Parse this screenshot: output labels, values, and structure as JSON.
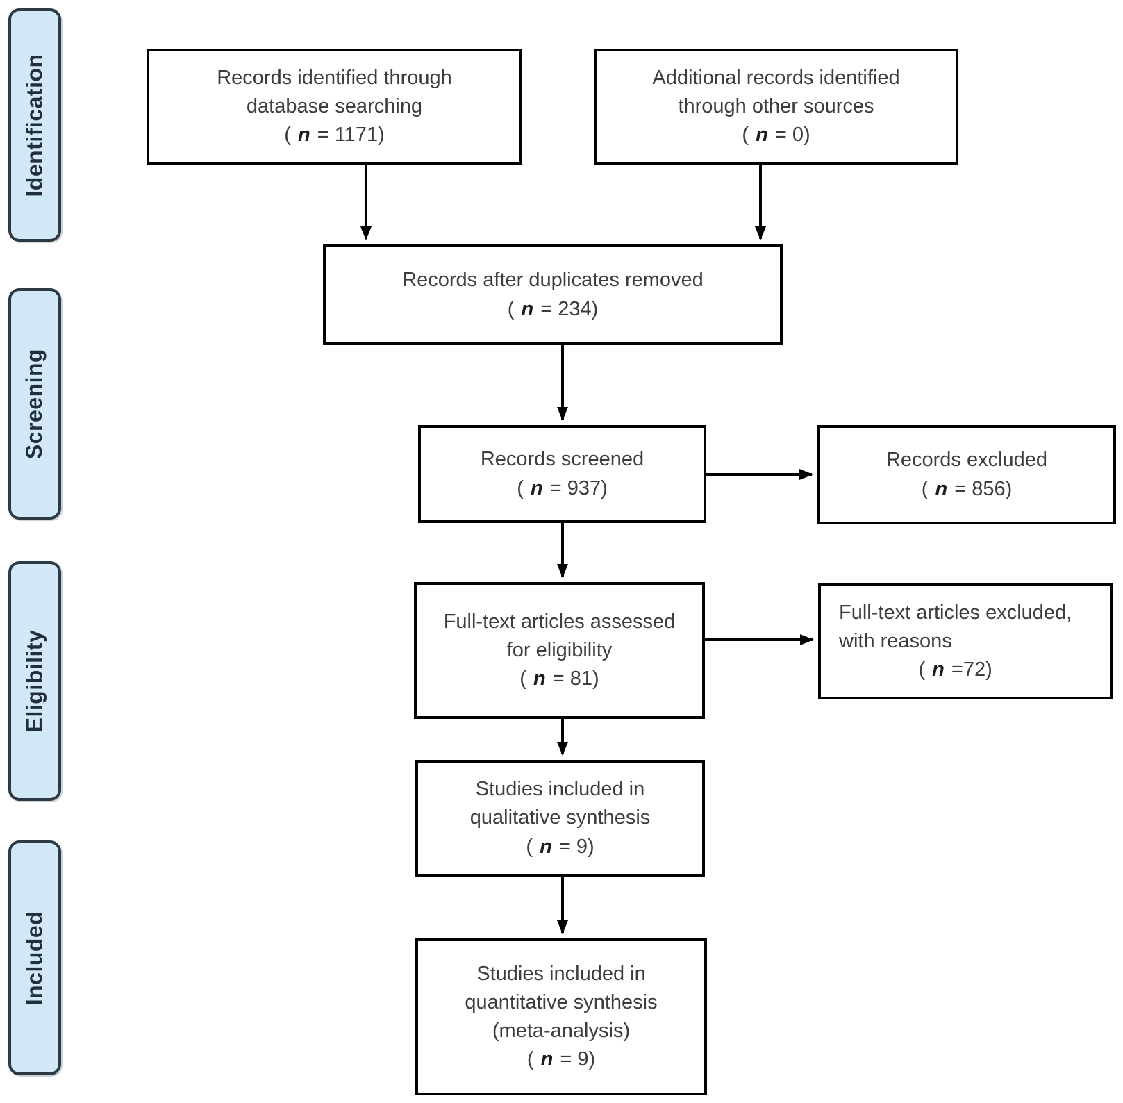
{
  "stages": [
    {
      "label": "Identification"
    },
    {
      "label": "Screening"
    },
    {
      "label": "Eligibility"
    },
    {
      "label": "Included"
    }
  ],
  "boxes": {
    "records_identified": {
      "lines": [
        "Records identified through",
        "database searching"
      ],
      "n": {
        "open": "( ",
        "var": "n",
        "rest": " = 1171)"
      }
    },
    "additional_records": {
      "lines": [
        "Additional records identified",
        "through other sources"
      ],
      "n": {
        "open": "( ",
        "var": "n",
        "rest": " = 0)"
      }
    },
    "after_duplicates": {
      "lines": [
        "Records after duplicates removed"
      ],
      "n": {
        "open": "( ",
        "var": "n",
        "rest": " = 234)"
      }
    },
    "records_screened": {
      "lines": [
        "Records screened"
      ],
      "n": {
        "open": "( ",
        "var": "n",
        "rest": " = 937)"
      }
    },
    "records_excluded": {
      "lines": [
        "Records excluded"
      ],
      "n": {
        "open": "( ",
        "var": "n",
        "rest": " = 856)"
      }
    },
    "fulltext_assessed": {
      "lines": [
        "Full-text articles assessed",
        "for eligibility"
      ],
      "n": {
        "open": "( ",
        "var": "n",
        "rest": " = 81)"
      }
    },
    "fulltext_excluded": {
      "lines": [
        "Full-text articles excluded,",
        "with reasons"
      ],
      "n": {
        "open": "( ",
        "var": "n",
        "rest": " =72)"
      }
    },
    "qualitative_synthesis": {
      "lines": [
        "Studies included in",
        "qualitative synthesis"
      ],
      "n": {
        "open": "( ",
        "var": "n",
        "rest": " = 9)"
      }
    },
    "quantitative_synthesis": {
      "lines": [
        "Studies included in",
        "quantitative synthesis",
        "(meta-analysis)"
      ],
      "n": {
        "open": "( ",
        "var": "n",
        "rest": " = 9)"
      }
    }
  },
  "colors": {
    "stage_fill": "#d3e8f7",
    "stage_border": "#2c3a45",
    "box_border": "#000000",
    "text": "#3d3d3d",
    "arrow": "#000000"
  }
}
